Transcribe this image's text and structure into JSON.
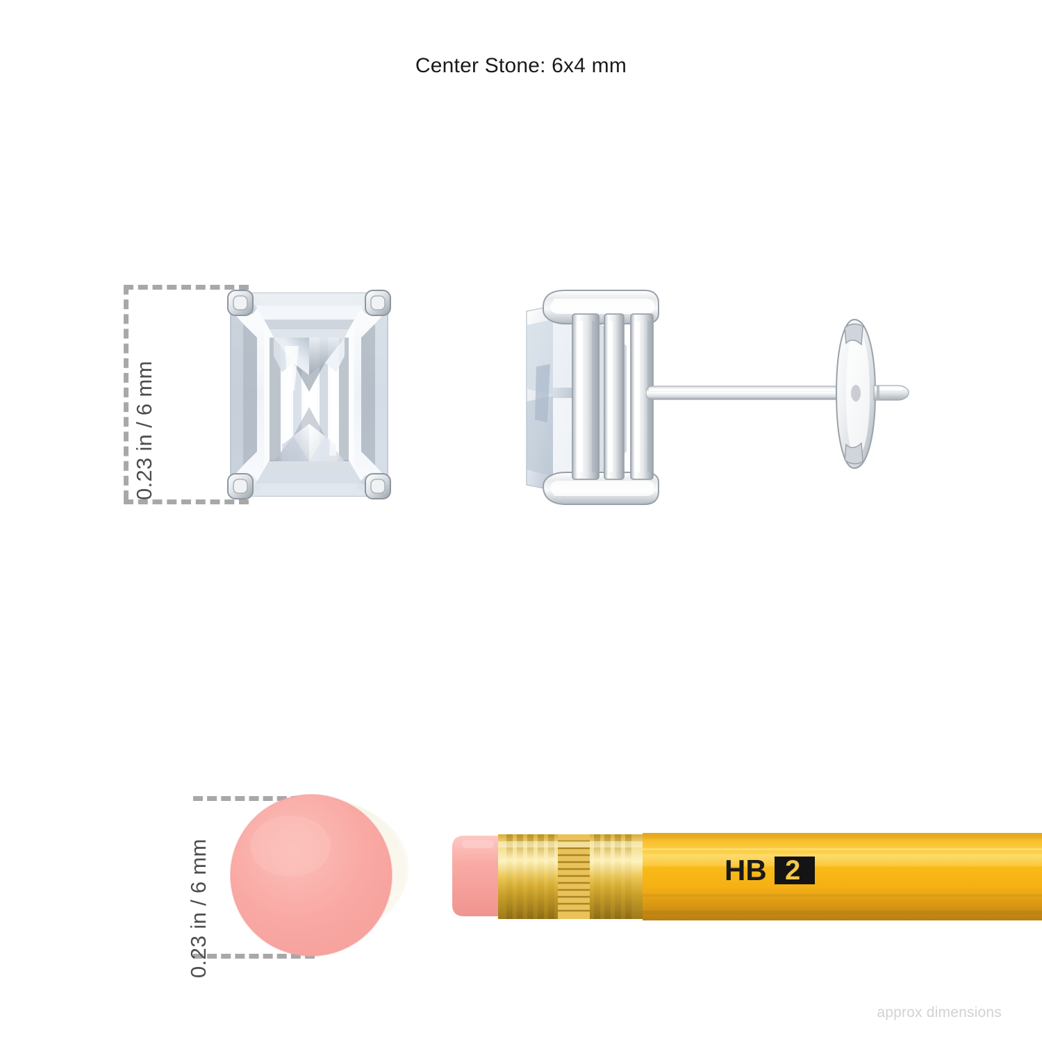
{
  "header": {
    "title": "Center Stone: 6x4 mm"
  },
  "footer": {
    "approx_note": "approx dimensions"
  },
  "measurements": {
    "stone_height_label": "0.23 in / 6 mm",
    "eraser_height_label": "0.23 in / 6 mm"
  },
  "pencil": {
    "grade_label": "HB",
    "number_label": "2"
  },
  "icons": {
    "stone_front": "emerald-cut-diamond-front-icon",
    "stone_side": "emerald-cut-diamond-side-icon",
    "earring_post": "earring-post-butterfly-back-icon",
    "eraser_end": "pencil-eraser-end-icon",
    "pencil_body": "pencil-body-icon"
  },
  "colors": {
    "title_text": "#1a1a1a",
    "dim_text": "#4d4d4d",
    "dash_line": "#a8a8a8",
    "note_text": "#d2d2d2",
    "metal_white_gold": "#e9ecef",
    "metal_highlight": "#ffffff",
    "metal_shadow": "#9aa3ab",
    "diamond_light": "#fbfcfe",
    "diamond_mid": "#c8d2dd",
    "diamond_dark": "#7d8794",
    "eraser_pink": "#f9a8a3",
    "eraser_pink_light": "#fbc0bb",
    "ferrule_gold": "#e8c04a",
    "ferrule_gold_dark": "#b8912a",
    "pencil_yellow": "#f7b818",
    "pencil_yellow_dark": "#c8901a",
    "pencil_mark_black": "#1a1a1a"
  }
}
